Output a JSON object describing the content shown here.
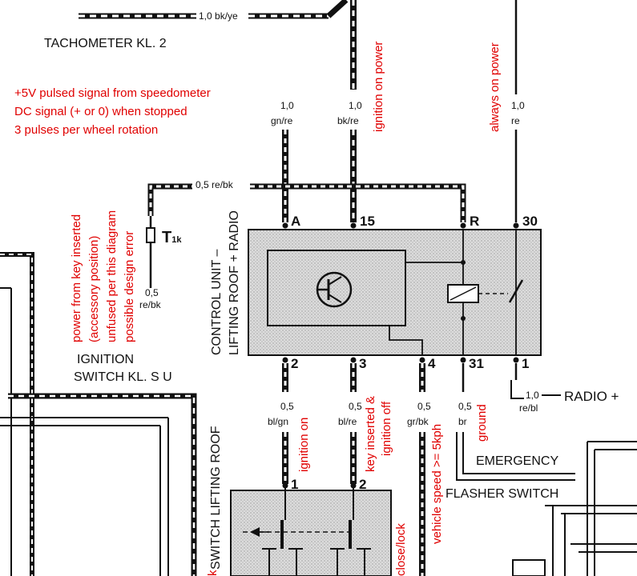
{
  "wires": {
    "top_bk_ye": {
      "size": "1,0",
      "color": "bk/ye"
    },
    "A": {
      "size": "1,0",
      "color": "gn/re"
    },
    "15": {
      "size": "1,0",
      "color": "bk/re"
    },
    "30": {
      "size": "1,0",
      "color": "re"
    },
    "re_bk_top": {
      "size": "0,5",
      "color": "re/bk"
    },
    "re_bk_left": {
      "size": "0,5",
      "color": "re/bk"
    },
    "2": {
      "size": "0,5",
      "color": "bl/gn"
    },
    "3": {
      "size": "0,5",
      "color": "bl/re"
    },
    "4": {
      "size": "0,5",
      "color": "gr/bk"
    },
    "31": {
      "size": "0,5",
      "color": "br"
    },
    "1": {
      "size": "1,0",
      "color": "re/bl"
    }
  },
  "labels": {
    "tachometer": "TACHOMETER    KL. 2",
    "ignition_switch_line1": "IGNITION",
    "ignition_switch_line2": "SWITCH   KL. S U",
    "t1k": "T",
    "t1k_sub": "1k",
    "control_unit_line1": "CONTROL UNIT –",
    "control_unit_line2": "LIFTING ROOF + RADIO",
    "radio": "RADIO +",
    "emergency": "EMERGENCY",
    "flasher_switch": "FLASHER SWITCH",
    "lifting_roof_switch": "SWITCH  LIFTING ROOF"
  },
  "pins": {
    "A": "A",
    "p15": "15",
    "R": "R",
    "p30": "30",
    "p2": "2",
    "p3": "3",
    "p4": "4",
    "p31": "31",
    "p1": "1",
    "sw1": "1",
    "sw2": "2"
  },
  "annotations": {
    "speedo_line1": "+5V pulsed signal from speedometer",
    "speedo_line2": "DC signal (+ or 0) when stopped",
    "speedo_line3": "3 pulses per wheel rotation",
    "ignition_on_power": "ignition on power",
    "always_on_power": "always on power",
    "key_line1": "power from key inserted",
    "key_line2": "(accessory position)",
    "key_line3": "unfused per this diagram",
    "key_line4": "possible design error",
    "ignition_on": "ignition on",
    "key_inserted_off_1": "key inserted &",
    "key_inserted_off_2": "ignition off",
    "vehicle_speed": "vehicle speed >= 5kph",
    "ground": "ground",
    "close_lock": "close/lock",
    "left_cut": "k"
  },
  "colors": {
    "annotation": "#e00000",
    "ink": "#111111",
    "box_fill": "#d4d4d4"
  }
}
